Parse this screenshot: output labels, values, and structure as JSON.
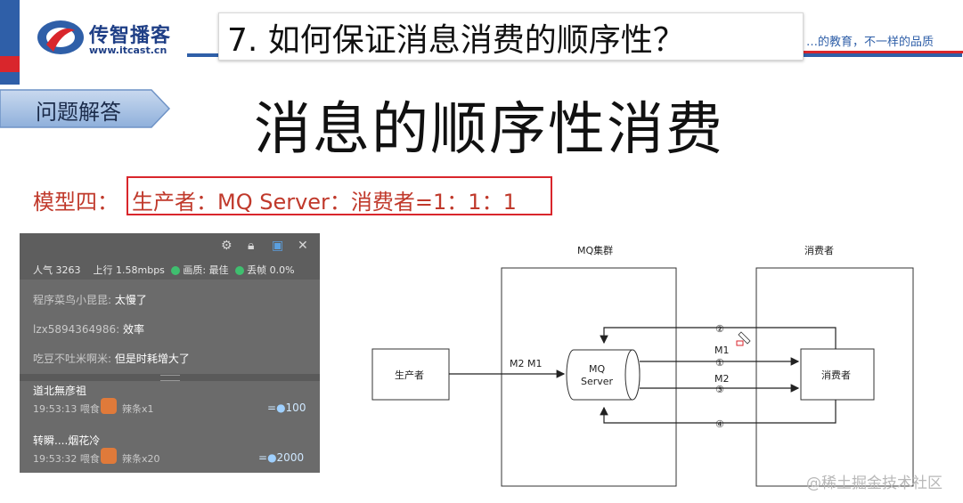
{
  "brand": {
    "name": "传智播客",
    "url": "www.itcast.cn",
    "slogan": "…的教育，不一样的品质",
    "colors": {
      "blue": "#2f5fa8",
      "red": "#d9262c"
    }
  },
  "slide": {
    "title": "7.  如何保证消息消费的顺序性？",
    "section_tag": "问题解答",
    "heading": "消息的顺序性消费",
    "model_label": "模型四：",
    "model_text": "生产者：MQ Server：消费者=1：1：1"
  },
  "live_panel": {
    "icons": [
      "gear-icon",
      "lock-icon",
      "gift-icon",
      "close-icon"
    ],
    "stats": {
      "popularity_label": "人气",
      "popularity": "3263",
      "upload_label": "上行",
      "upload": "1.58mbps",
      "quality_label": "画质: 最佳",
      "drop_label": "丢帧 0.0%"
    },
    "chat": [
      {
        "user": "程序菜鸟小昆昆:",
        "msg": "太慢了"
      },
      {
        "user": "lzx5894364986:",
        "msg": "效率"
      },
      {
        "user": "吃豆不吐米啊米:",
        "msg": "但是时耗增大了"
      }
    ],
    "gifts": [
      {
        "user": "道北無彦祖",
        "time": "19:53:13 喂食",
        "item": "辣条x1",
        "value": "100"
      },
      {
        "user": "转瞬....烟花冷",
        "time": "19:53:32 喂食",
        "item": "辣条x20",
        "value": "2000"
      }
    ]
  },
  "diagram": {
    "cluster_label": "MQ集群",
    "consumer_group_label": "消费者",
    "producer": "生产者",
    "server_line1": "MQ",
    "server_line2": "Server",
    "consumer": "消费者",
    "in_msgs": "M2   M1",
    "m1": "M1",
    "m2": "M2",
    "step1": "①",
    "step2": "②",
    "step3": "③",
    "step4": "④"
  },
  "watermark": "@稀土掘金技术社区"
}
